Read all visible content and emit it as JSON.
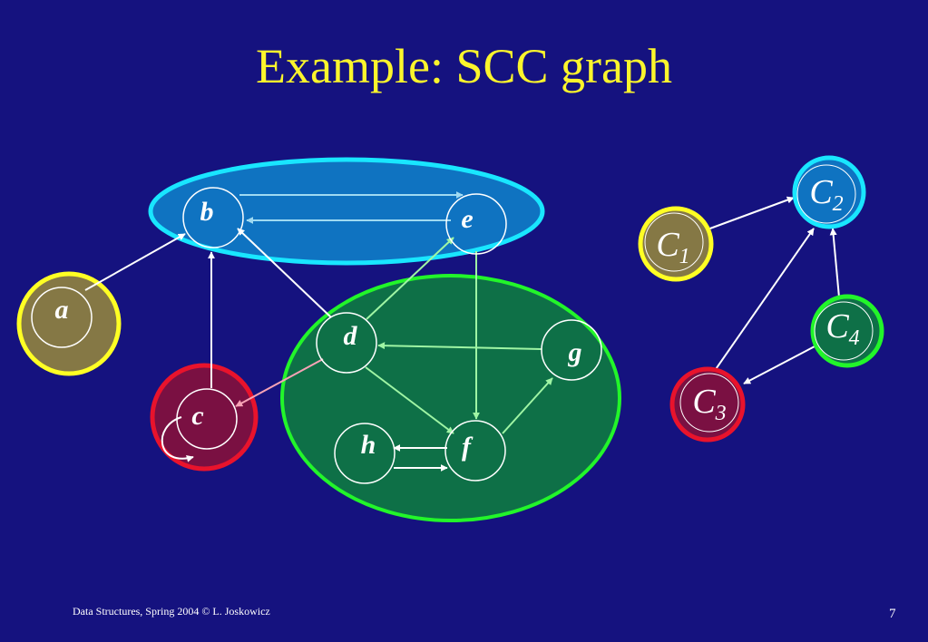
{
  "title": "Example: SCC graph",
  "footer": "Data Structures,  Spring 2004 © L. Joskowicz",
  "page_number": "7",
  "colors": {
    "background": "#15127f",
    "title": "#fbf52c",
    "blue_component": "#0f73c1",
    "blue_outline": "#19e6ff",
    "green_component": "#0e7047",
    "green_outline": "#22f52a",
    "olive_component": "#857845",
    "yellow_outline": "#ffff24",
    "red_component": "#7a1042",
    "red_outline": "#e8132c",
    "edge_white": "#ffffff",
    "edge_green": "#9ff5a4",
    "edge_blue": "#9fdaf2"
  },
  "graph": {
    "nodes": [
      {
        "id": "a",
        "label": "a"
      },
      {
        "id": "b",
        "label": "b"
      },
      {
        "id": "c",
        "label": "c"
      },
      {
        "id": "d",
        "label": "d"
      },
      {
        "id": "e",
        "label": "e"
      },
      {
        "id": "f",
        "label": "f"
      },
      {
        "id": "g",
        "label": "g"
      },
      {
        "id": "h",
        "label": "h"
      }
    ],
    "edges": [
      {
        "from": "a",
        "to": "b"
      },
      {
        "from": "b",
        "to": "e"
      },
      {
        "from": "e",
        "to": "b"
      },
      {
        "from": "c",
        "to": "b"
      },
      {
        "from": "c",
        "to": "c"
      },
      {
        "from": "d",
        "to": "b"
      },
      {
        "from": "d",
        "to": "c"
      },
      {
        "from": "d",
        "to": "e"
      },
      {
        "from": "d",
        "to": "f"
      },
      {
        "from": "e",
        "to": "f"
      },
      {
        "from": "g",
        "to": "d"
      },
      {
        "from": "f",
        "to": "g"
      },
      {
        "from": "f",
        "to": "h"
      },
      {
        "from": "h",
        "to": "f"
      }
    ]
  },
  "scc_graph": {
    "nodes": [
      {
        "id": "C1",
        "letter": "C",
        "sub": "1"
      },
      {
        "id": "C2",
        "letter": "C",
        "sub": "2"
      },
      {
        "id": "C3",
        "letter": "C",
        "sub": "3"
      },
      {
        "id": "C4",
        "letter": "C",
        "sub": "4"
      }
    ],
    "edges": [
      {
        "from": "C1",
        "to": "C2"
      },
      {
        "from": "C3",
        "to": "C2"
      },
      {
        "from": "C4",
        "to": "C2"
      },
      {
        "from": "C4",
        "to": "C3"
      }
    ]
  }
}
